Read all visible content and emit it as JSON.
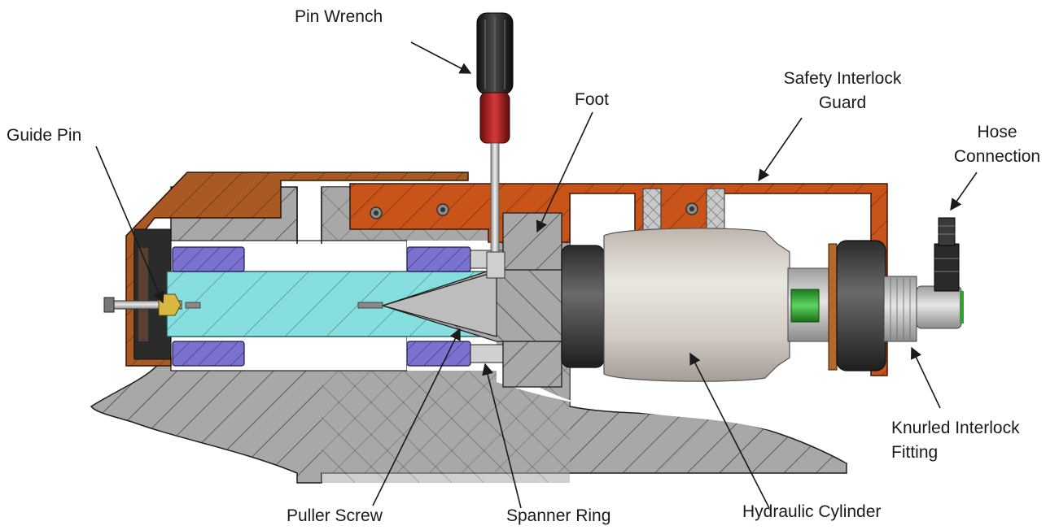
{
  "labels": {
    "pin_wrench": "Pin Wrench",
    "foot": "Foot",
    "safety_interlock_guard_line1": "Safety Interlock",
    "safety_interlock_guard_line2": "Guard",
    "guide_pin": "Guide Pin",
    "hose_connection_line1": "Hose",
    "hose_connection_line2": "Connection",
    "knurled_interlock_fitting_line1": "Knurled Interlock",
    "knurled_interlock_fitting_line2": "Fitting",
    "puller_screw": "Puller Screw",
    "spanner_ring": "Spanner Ring",
    "hydraulic_cylinder": "Hydraulic Cylinder"
  },
  "colors": {
    "guard_orange": "#c8541a",
    "guard_brown": "#a95a22",
    "housing_gray": "#a6a6a6",
    "puller_cyan": "#86dede",
    "spanner_purple": "#7b72d0",
    "cylinder_silver": "#d6d0c8",
    "cylinder_dark": "#3c3c3c",
    "fitting_green": "#2ea32e"
  }
}
